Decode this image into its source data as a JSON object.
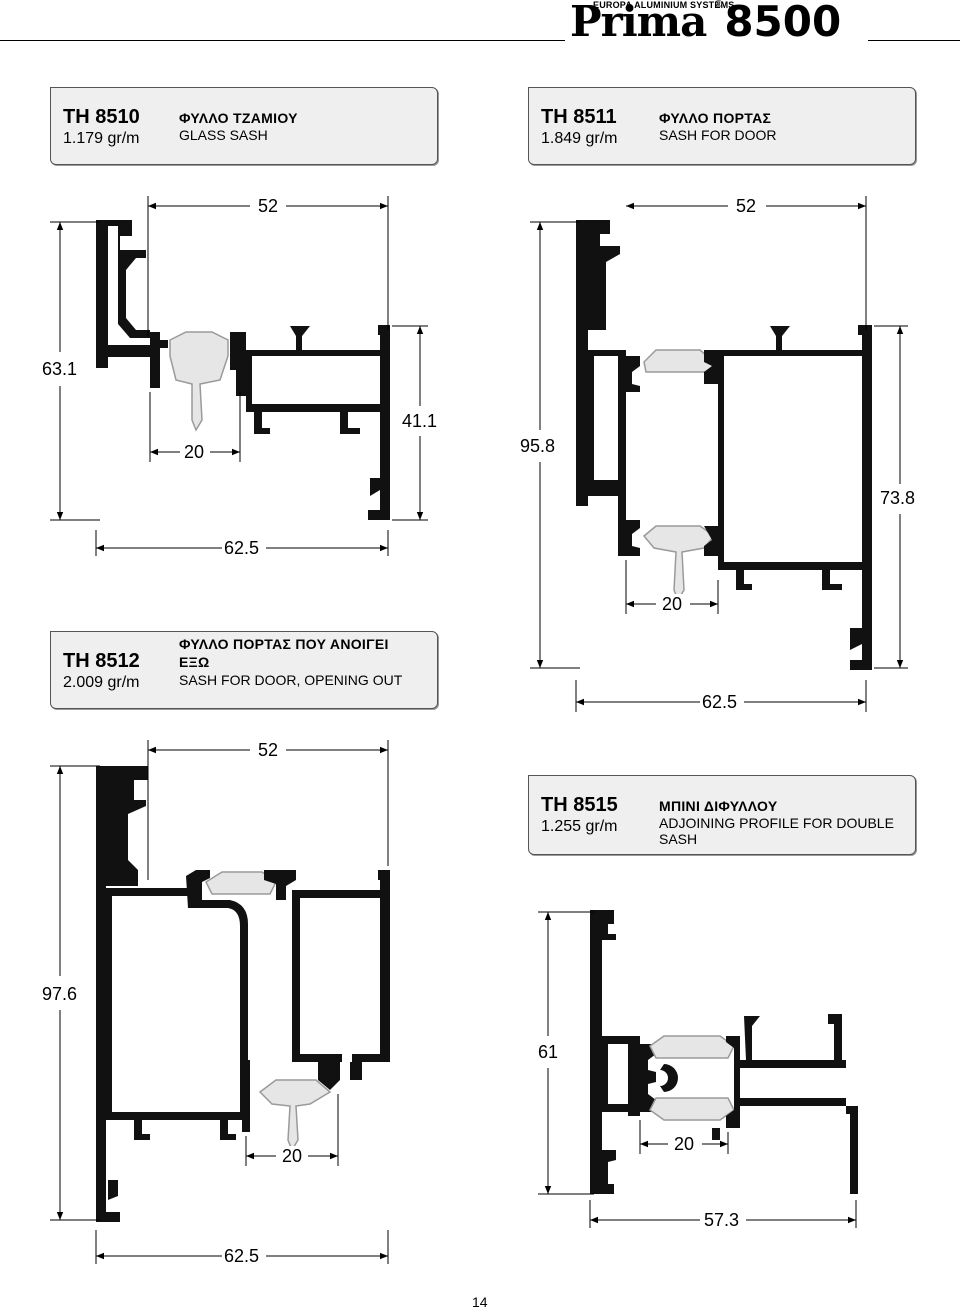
{
  "header": {
    "brand_tagline": "EUROPA ALUMINIUM SYSTEMS",
    "brand_name": "Prima",
    "registered": "®",
    "model": "8500"
  },
  "profiles": [
    {
      "code": "TH 8510",
      "weight": "1.179 gr/m",
      "title_gr": "ΦΥΛΛΟ ΤΖΑΜΙΟΥ",
      "title_en": "GLASS SASH",
      "dims": [
        "52",
        "63.1",
        "41.1",
        "20",
        "62.5"
      ]
    },
    {
      "code": "TH 8511",
      "weight": "1.849 gr/m",
      "title_gr": "ΦΥΛΛΟ ΠΟΡΤΑΣ",
      "title_en": "SASH FOR DOOR",
      "dims": [
        "52",
        "95.8",
        "73.8",
        "20",
        "62.5"
      ]
    },
    {
      "code": "TH 8512",
      "weight": "2.009 gr/m",
      "title_gr_1": "ΦΥΛΛΟ ΠΟΡΤΑΣ ΠΟΥ ΑΝΟΙΓΕΙ",
      "title_gr_2": "ΕΞΩ",
      "title_en": "SASH FOR DOOR, OPENING OUT",
      "dims": [
        "52",
        "97.6",
        "20",
        "62.5"
      ]
    },
    {
      "code": "TH 8515",
      "weight": "1.255 gr/m",
      "title_gr": "ΜΠΙΝΙ ΔΙΦΥΛΛΟΥ",
      "title_en_1": "ADJOINING PROFILE FOR DOUBLE",
      "title_en_2": "SASH",
      "dims": [
        "61",
        "20",
        "57.3"
      ]
    }
  ],
  "page_number": "14"
}
